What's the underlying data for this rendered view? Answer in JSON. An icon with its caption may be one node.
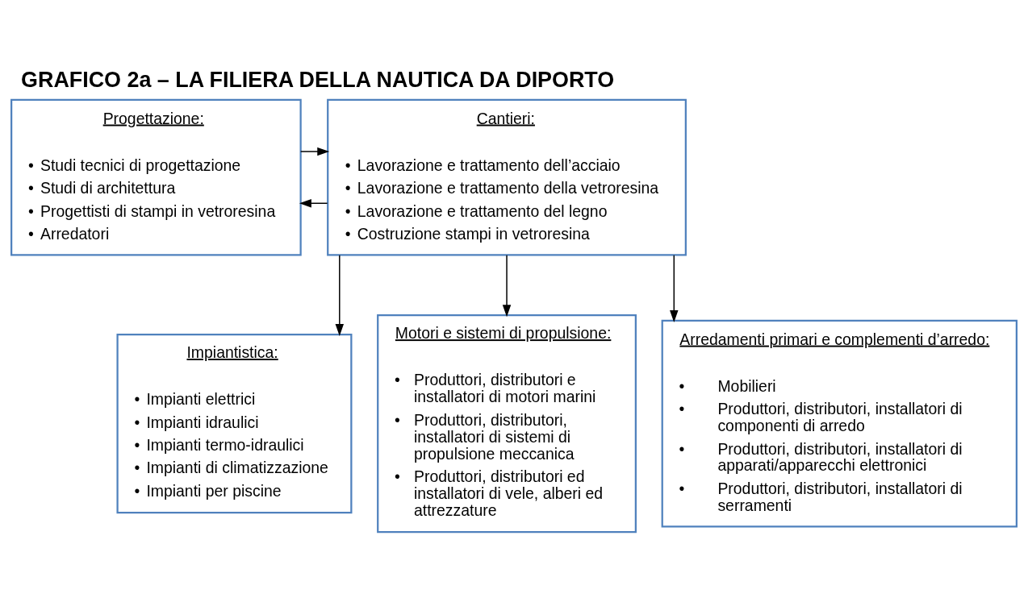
{
  "diagram": {
    "title": "GRAFICO 2a – LA FILIERA DELLA NAUTICA DA DIPORTO",
    "nodes": [
      {
        "text": [
          "Progettazione:",
          "• Studi tecnici di progettazione",
          "• Studi di architettura",
          "• Progettisti di stampi in vetroresina",
          "• Arredatori"
        ]
      },
      {
        "text": [
          "Cantieri:",
          "• Lavorazione e trattamento dell’acciaio",
          "• Lavorazione e trattamento della vetroresina",
          "• Lavorazione e trattamento del legno",
          "• Costruzione stampi in vetroresina"
        ]
      },
      {
        "text": [
          "Impiantistica:",
          "• Impianti elettrici",
          "• Impianti idraulici",
          "• Impianti termo-idraulici",
          "• Impianti di climatizzazione",
          "• Impianti per piscine"
        ]
      },
      {
        "text": [
          "Motori e sistemi di propulsione:",
          "• Produttori, distributori e installatori di motori marini",
          "• Produttori, distributori, installatori di sistemi di propulsione meccanica",
          "• Produttori, distributori ed installatori di vele, alberi ed attrezzature"
        ]
      },
      {
        "text": [
          "Arredamenti primari e complementi d’arredo:",
          "• Mobilieri",
          "• Produttori, distributori, installatori di componenti di arredo",
          "• Produttori, distributori, installatori di apparati/apparecchi elettronici",
          "• Produttori, distributori, installatori di serramenti"
        ]
      }
    ],
    "edges": [
      {
        "from": 0,
        "to": 1,
        "arrow": "to"
      },
      {
        "from": 1,
        "to": 0,
        "arrow": "to"
      },
      {
        "from": 1,
        "to": 2,
        "arrow": "to"
      },
      {
        "from": 1,
        "to": 3,
        "arrow": "to"
      },
      {
        "from": 1,
        "to": 4,
        "arrow": "to"
      }
    ]
  }
}
